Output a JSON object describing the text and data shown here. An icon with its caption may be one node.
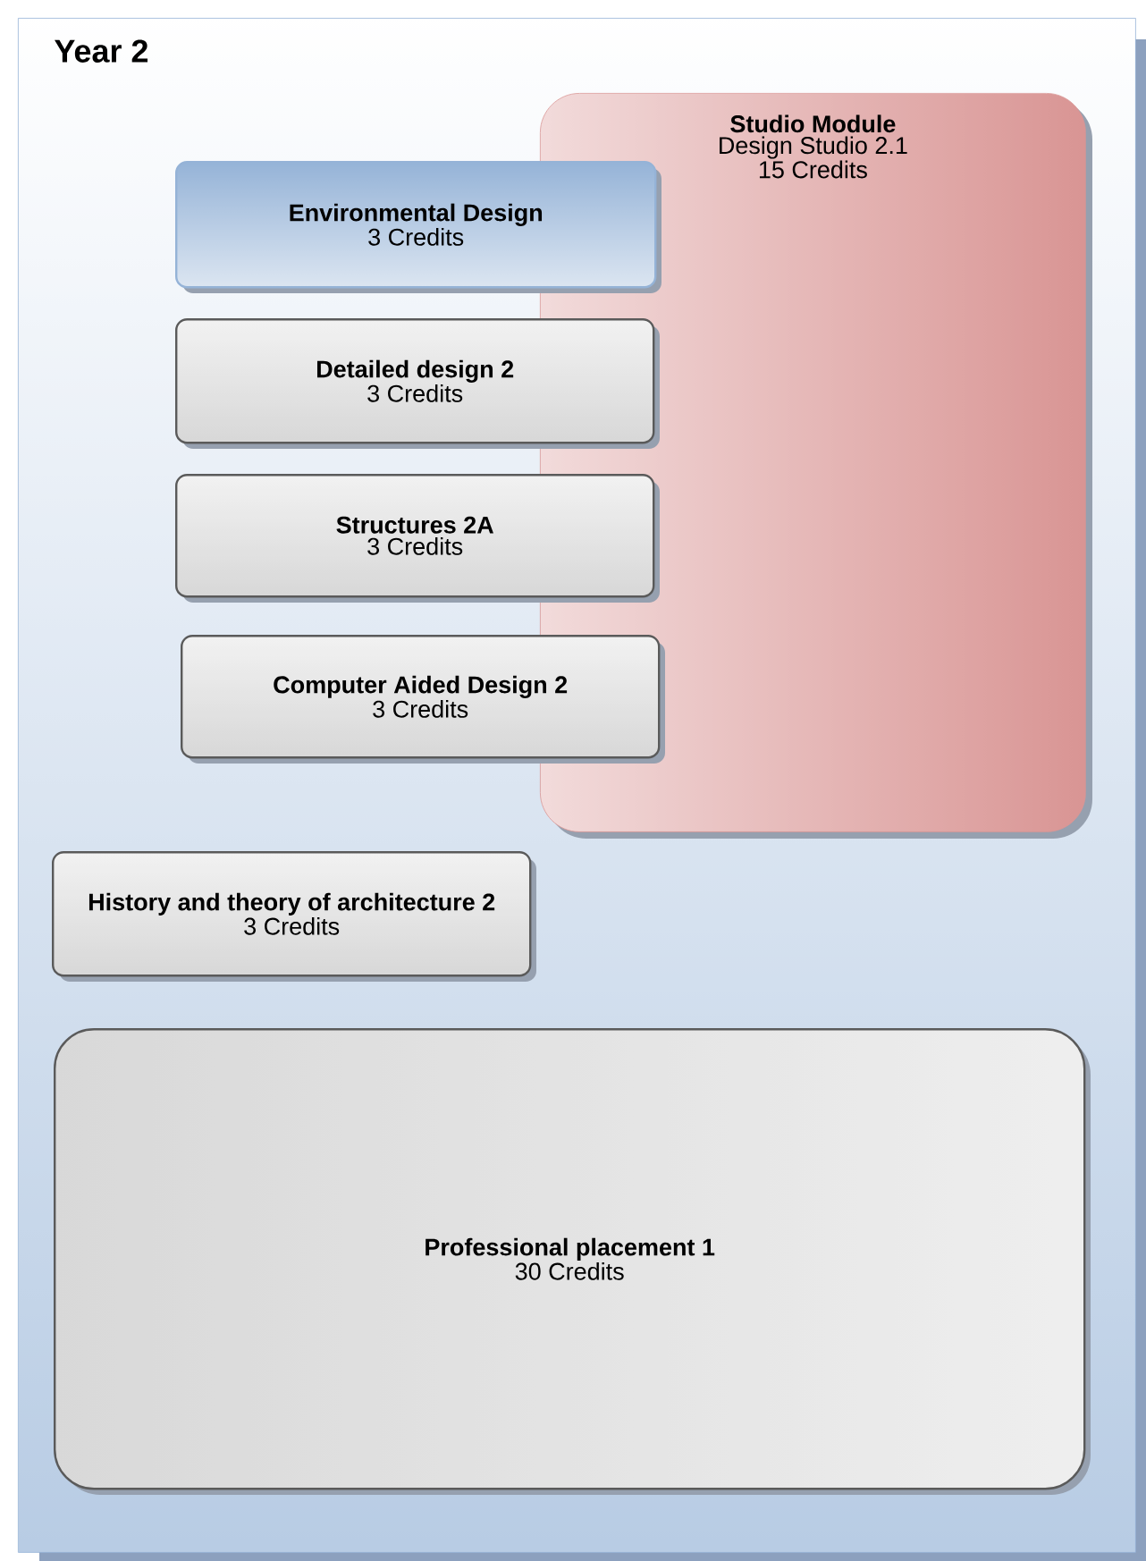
{
  "diagram": {
    "nodes": [
      {
        "text": [
          "Year 2"
        ]
      },
      {
        "text": [
          "Studio Module",
          "Design Studio 2.1",
          "15 Credits"
        ],
        "in": 0
      },
      {
        "text": [
          "Environmental Design",
          "3 Credits"
        ],
        "in": 0
      },
      {
        "text": [
          "Detailed design 2",
          "3 Credits"
        ],
        "in": 0
      },
      {
        "text": [
          "Structures 2A",
          "3 Credits"
        ],
        "in": 0
      },
      {
        "text": [
          "Computer Aided Design 2",
          "3 Credits"
        ],
        "in": 0
      },
      {
        "text": [
          "History and theory of architecture 2",
          "3 Credits"
        ],
        "in": 0
      },
      {
        "text": [
          "Professional placement 1",
          "30 Credits"
        ],
        "in": 0
      }
    ]
  }
}
